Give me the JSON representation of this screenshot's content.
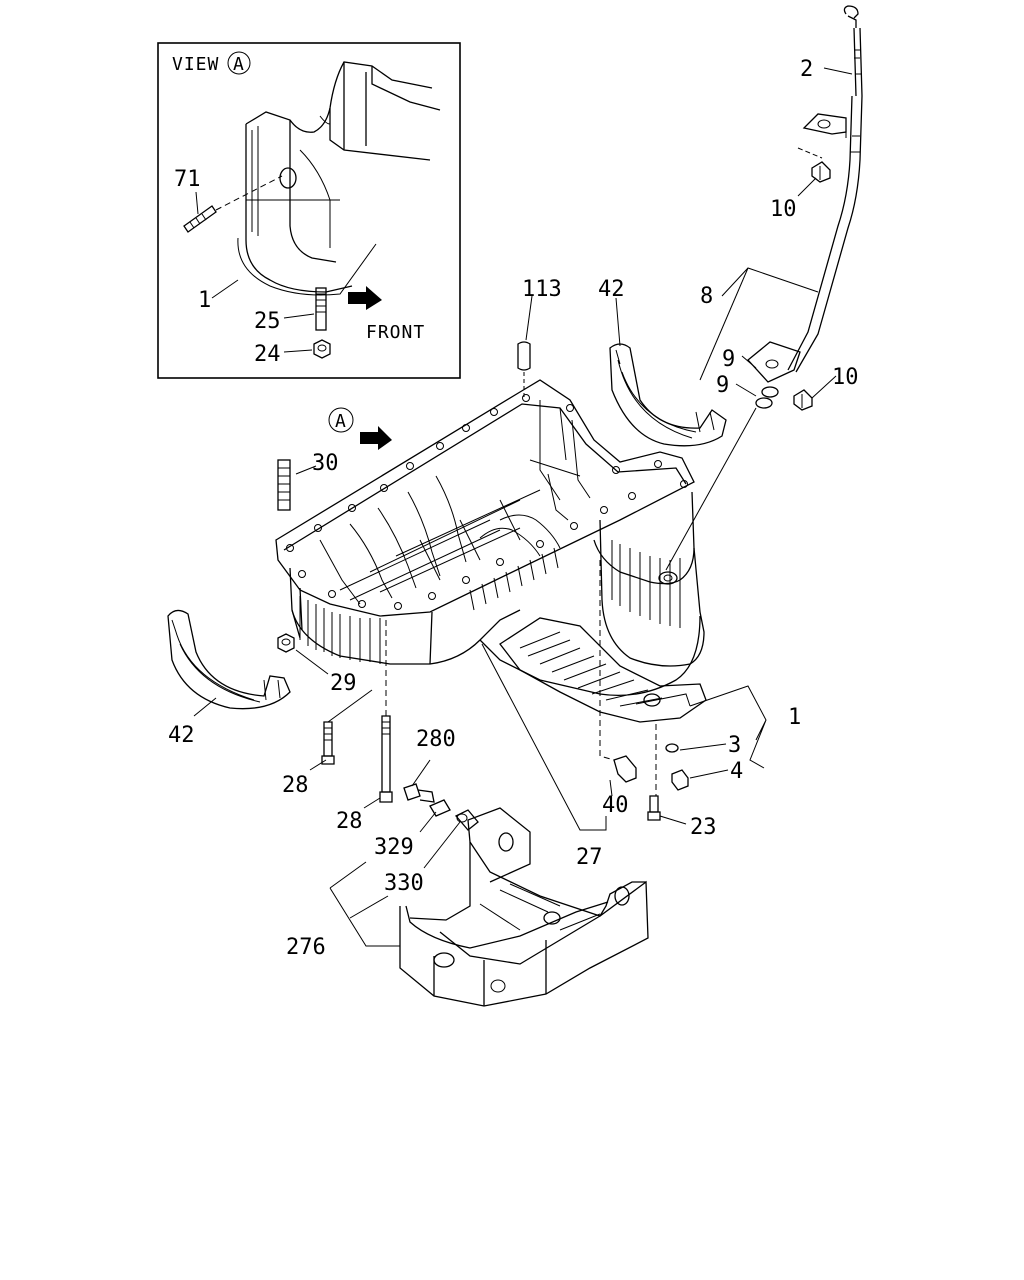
{
  "inset": {
    "view_label": "VIEW",
    "view_marker": "A",
    "front_label": "FRONT"
  },
  "main": {
    "view_marker": "A"
  },
  "callouts": {
    "c2": "2",
    "c10a": "10",
    "c8": "8",
    "c9a": "9",
    "c9b": "9",
    "c10b": "10",
    "c113": "113",
    "c42a": "42",
    "c30": "30",
    "c29": "29",
    "c42b": "42",
    "c28a": "28",
    "c28b": "28",
    "c280": "280",
    "c329": "329",
    "c330": "330",
    "c276": "276",
    "c27": "27",
    "c40": "40",
    "c1": "1",
    "c3": "3",
    "c4": "4",
    "c23": "23",
    "c71": "71",
    "c1_inset": "1",
    "c25": "25",
    "c24": "24"
  }
}
